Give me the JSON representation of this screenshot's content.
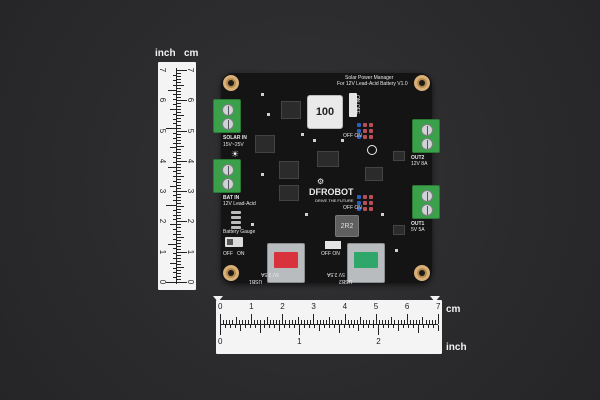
{
  "units": {
    "vertical_top_left": "inch",
    "vertical_top_right": "cm",
    "horizontal_right_top": "cm",
    "horizontal_right_bottom": "inch"
  },
  "vertical_ruler": {
    "inch_numbers": [
      "0",
      "1",
      "2",
      "3",
      "4",
      "5",
      "6",
      "7"
    ],
    "cm_numbers": [
      "0",
      "1",
      "2",
      "3",
      "4",
      "5",
      "6",
      "7"
    ]
  },
  "horizontal_ruler": {
    "cm_numbers": [
      "0",
      "1",
      "2",
      "3",
      "4",
      "5",
      "6",
      "7"
    ],
    "inch_numbers": [
      "0",
      "1",
      "2"
    ]
  },
  "board": {
    "title_line1": "Solar Power Manager",
    "title_line2": "For 12V Lead-Acid Battery V1.0",
    "inductor_label": "100",
    "inductor2_label": "2R2",
    "solar_in_label": "SOLAR IN",
    "solar_in_range": "15V~25V",
    "bat_in_label": "BAT IN",
    "bat_in_desc": "12V Lead-Acid",
    "battery_gauge_label": "Battery Gauge",
    "switch_off": "OFF",
    "switch_on": "ON",
    "out2_label": "OUT2",
    "out2_spec": "12V 8A",
    "out1_label": "OUT1",
    "out1_spec": "5V 5A",
    "usb1_label": "USB1",
    "usb1_spec": "5V 2.5A",
    "usb2_label": "USB2",
    "usb2_spec": "5V 2.5A",
    "brand": "DFROBOT",
    "tagline": "DRIVE THE FUTURE",
    "switch_top_label": "ON OFF",
    "off_on_1": "OFF  ON",
    "off_on_2": "OFF  ON",
    "off_on_3": "OFF  ON"
  }
}
